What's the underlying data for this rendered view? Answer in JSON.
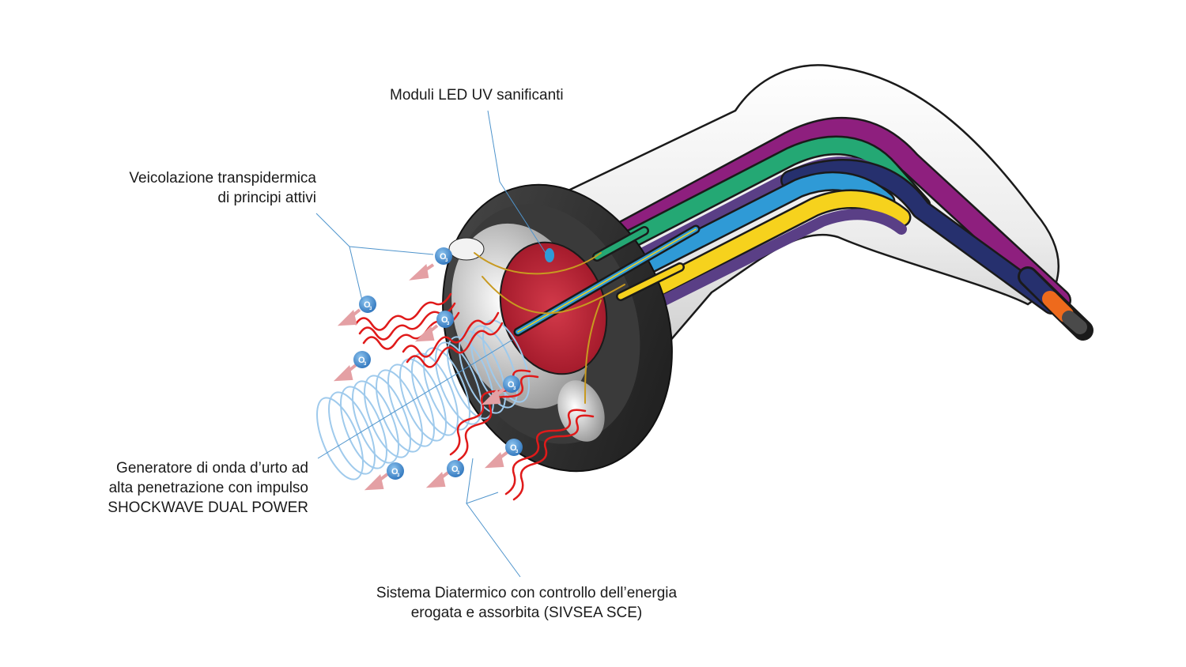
{
  "diagram": {
    "subject": "handpiece device with layered energy channels",
    "labels": {
      "uv_modules": {
        "lines": [
          "Moduli LED UV sanificanti"
        ]
      },
      "transdermal": {
        "lines": [
          "Veicolazione transpidermica",
          "di principi attivi"
        ]
      },
      "shockwave": {
        "lines": [
          "Generatore di onda d’urto ad",
          "alta penetrazione con impulso",
          "SHOCKWAVE DUAL POWER"
        ]
      },
      "diathermic": {
        "lines": [
          "Sistema Diatermico con controllo dell’energia",
          "erogata e assorbita (SIVSEA SCE)"
        ]
      }
    },
    "ozone_bubble": {
      "symbol": "O",
      "subscript": "3"
    },
    "channel_colors": {
      "magenta": "#8e1f7e",
      "green": "#24a874",
      "purple": "#5a3f86",
      "blue": "#2f9ad6",
      "yellow": "#f6d21d",
      "navy": "#26306e",
      "orange": "#ee6a1c",
      "red_core": "#b8192e"
    },
    "accent_colors": {
      "leader_line": "#4f94cc",
      "wave": "#e01a1a",
      "spring": "#9fcaec",
      "arrow": "#e4a0a4",
      "ozone": "#3b84c8",
      "ring": "#2a2a2a"
    }
  }
}
